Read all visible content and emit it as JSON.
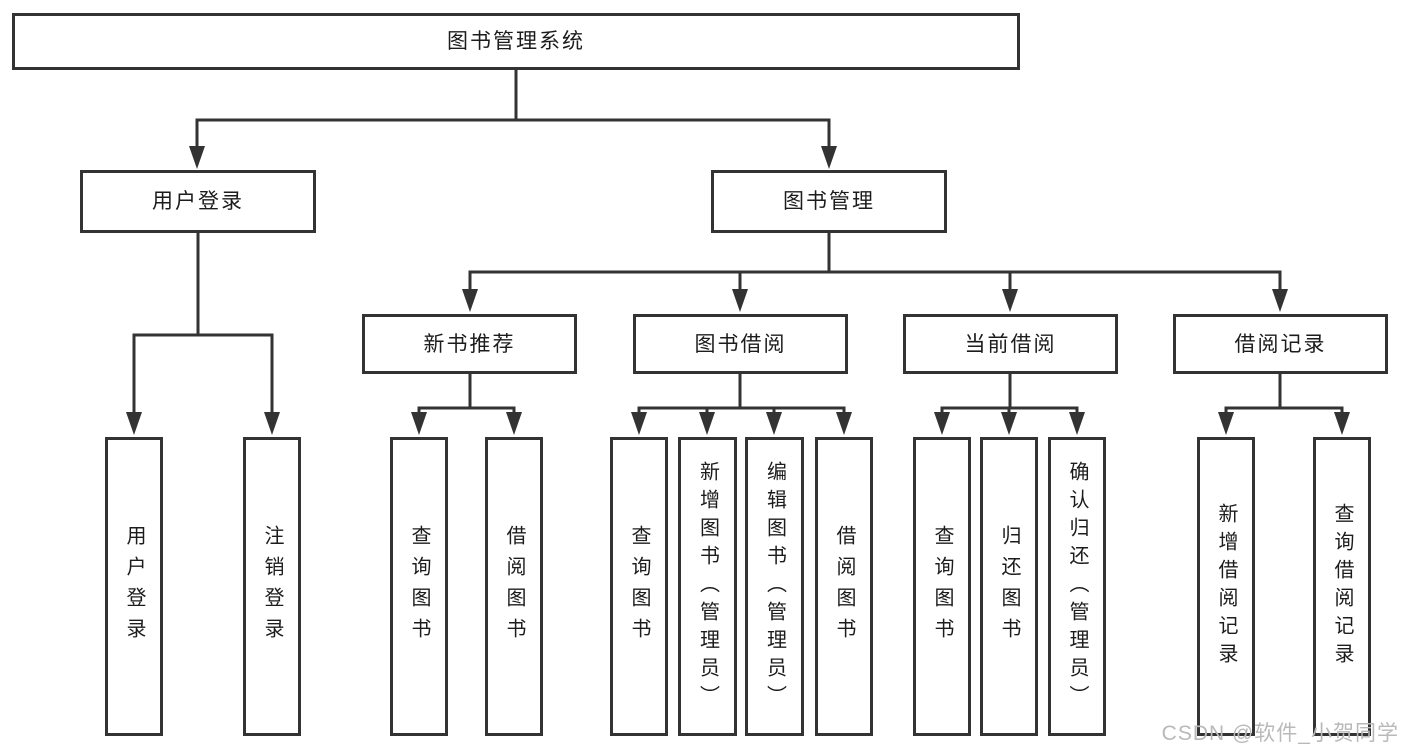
{
  "chart": {
    "root": {
      "label": "图书管理系统"
    },
    "branches": [
      {
        "label": "用户登录",
        "children": [
          "用户登录",
          "注销登录"
        ]
      },
      {
        "label": "图书管理",
        "sections": [
          {
            "label": "新书推荐",
            "children": [
              "查询图书",
              "借阅图书"
            ]
          },
          {
            "label": "图书借阅",
            "children": [
              "查询图书",
              "新增图书（管理员）",
              "编辑图书（管理员）",
              "借阅图书"
            ]
          },
          {
            "label": "当前借阅",
            "children": [
              "查询图书",
              "归还图书",
              "确认归还（管理员）"
            ]
          },
          {
            "label": "借阅记录",
            "children": [
              "新增借阅记录",
              "查询借阅记录"
            ]
          }
        ]
      }
    ]
  },
  "watermark": "CSDN @软件_小贺同学",
  "colors": {
    "line": "#333333",
    "border": "#333333",
    "text": "#1c1c1c",
    "watermark": "#b9b9b9",
    "background": "#ffffff"
  }
}
